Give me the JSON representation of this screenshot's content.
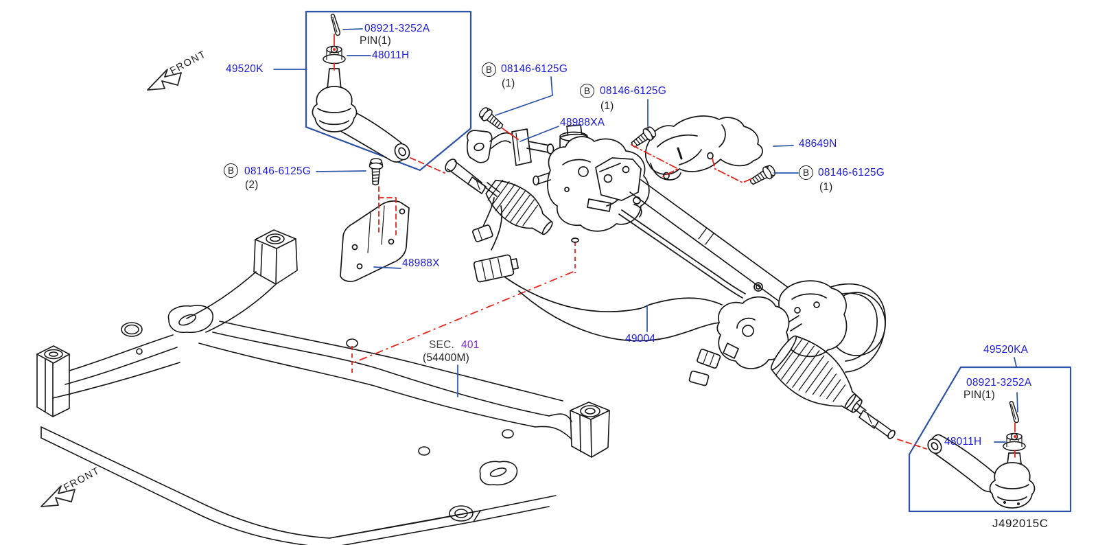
{
  "diagram_code": "J492015C",
  "front_label": "FRONT",
  "sec": {
    "prefix": "SEC.",
    "number": "401",
    "subnumber": "(54400M)"
  },
  "boxes": {
    "left": {
      "part": "49520K",
      "pin_part": "08921-3252A",
      "pin_qty": "PIN(1)",
      "nut_part": "48011H"
    },
    "right": {
      "part": "49520KA",
      "pin_part": "08921-3252A",
      "pin_qty": "PIN(1)",
      "nut_part": "48011H"
    }
  },
  "callouts": {
    "bolt_top": {
      "badge": "B",
      "part": "08146-6125G",
      "qty": "(1)"
    },
    "bolt_shield_left": {
      "badge": "B",
      "part": "08146-6125G",
      "qty": "(1)"
    },
    "bolt_shield_right": {
      "badge": "B",
      "part": "08146-6125G",
      "qty": "(1)"
    },
    "bolt_bracket": {
      "badge": "B",
      "part": "08146-6125G",
      "qty": "(2)"
    },
    "clamp": {
      "part": "48988XA"
    },
    "bracket": {
      "part": "48988X"
    },
    "heat_shield": {
      "part": "48649N"
    },
    "gear": {
      "part": "49004"
    }
  },
  "colors": {
    "part_link_blue": "#1b1bd8",
    "leader_blue": "#2b51a8",
    "ref_red": "#e8231a",
    "line_black": "#1a1a1a",
    "sec_purple": "#8030d0"
  }
}
